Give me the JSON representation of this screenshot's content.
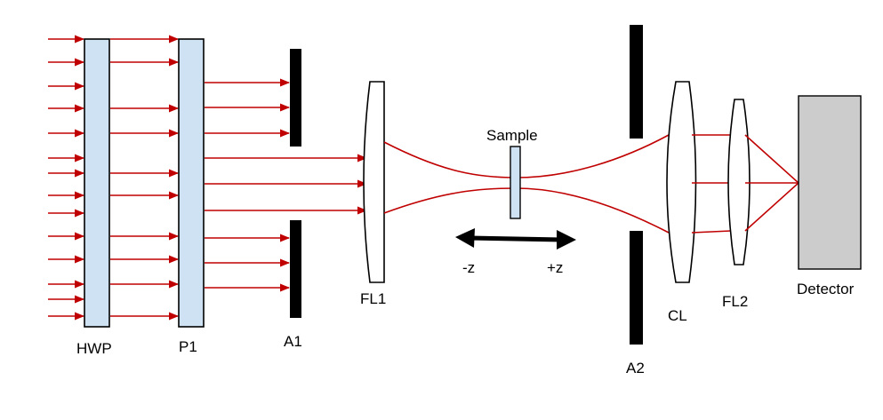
{
  "labels": {
    "hwp": "HWP",
    "p1": "P1",
    "a1": "A1",
    "fl1": "FL1",
    "sample": "Sample",
    "minus_z": "-z",
    "plus_z": "+z",
    "a2": "A2",
    "cl": "CL",
    "fl2": "FL2",
    "detector": "Detector"
  },
  "colors": {
    "beam": "#c00000",
    "plate_fill": "#cfe2f3",
    "detector_fill": "#cccccc",
    "aperture": "#000000"
  }
}
